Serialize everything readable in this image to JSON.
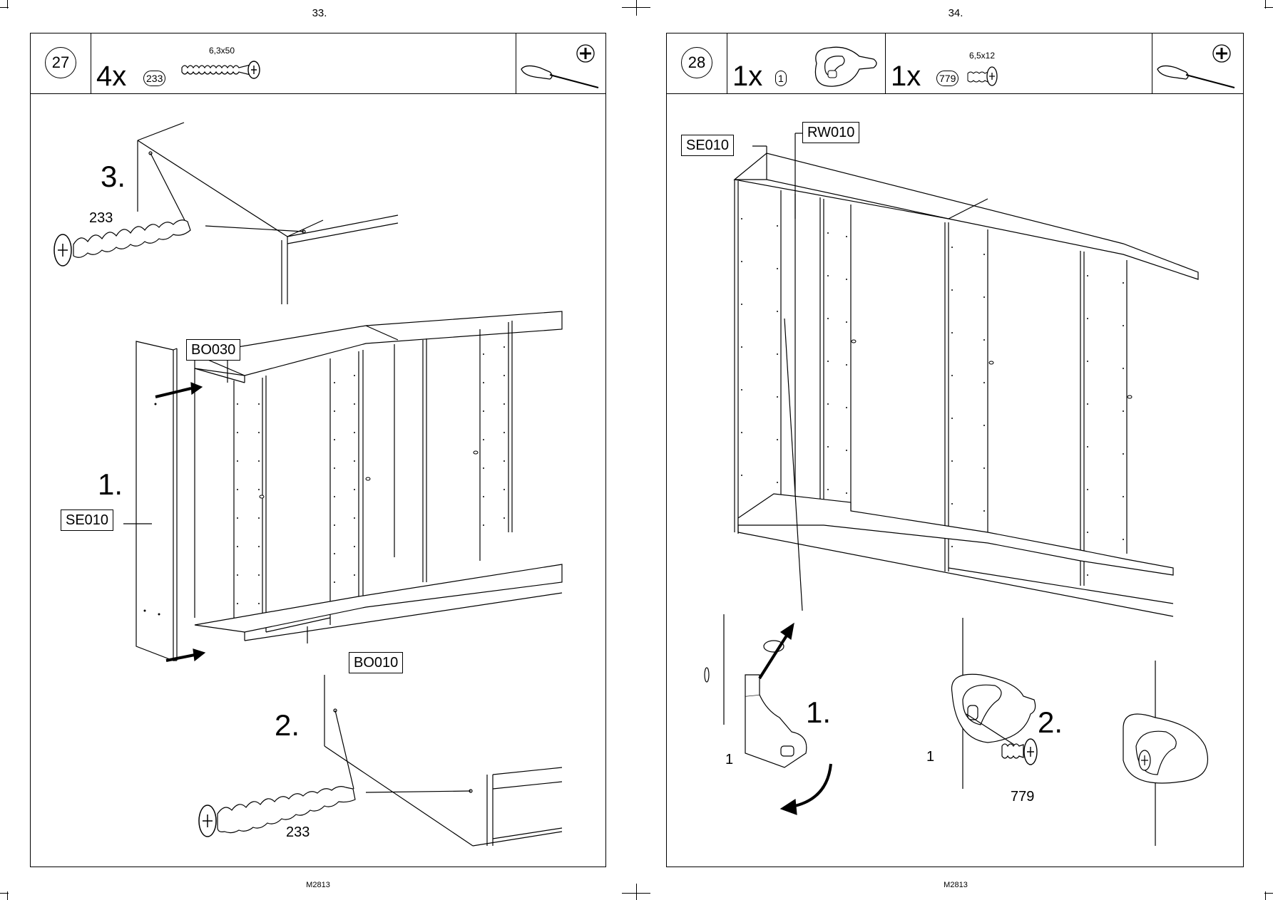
{
  "left_page": {
    "page_number": "33.",
    "footer": "M2813",
    "step": {
      "number": "27",
      "quantity": "4x",
      "part_id": "233",
      "part_dimension": "6,3x50",
      "tool": "screwdriver-icon"
    },
    "labels": {
      "bo030": "BO030",
      "bo010": "BO010",
      "se010": "SE010",
      "step1": "1.",
      "step2": "2.",
      "step3": "3.",
      "screw_top": "233",
      "screw_bottom": "233"
    }
  },
  "right_page": {
    "page_number": "34.",
    "footer": "M2813",
    "step": {
      "number": "28",
      "quantity_a": "1x",
      "part_a_id": "1",
      "quantity_b": "1x",
      "part_b_id": "779",
      "part_b_dimension": "6,5x12",
      "tool": "screwdriver-icon"
    },
    "labels": {
      "se010": "SE010",
      "rw010": "RW010",
      "step1": "1.",
      "step2": "2.",
      "part_a_label_1": "1",
      "part_a_label_2": "1",
      "screw_label": "779"
    }
  }
}
